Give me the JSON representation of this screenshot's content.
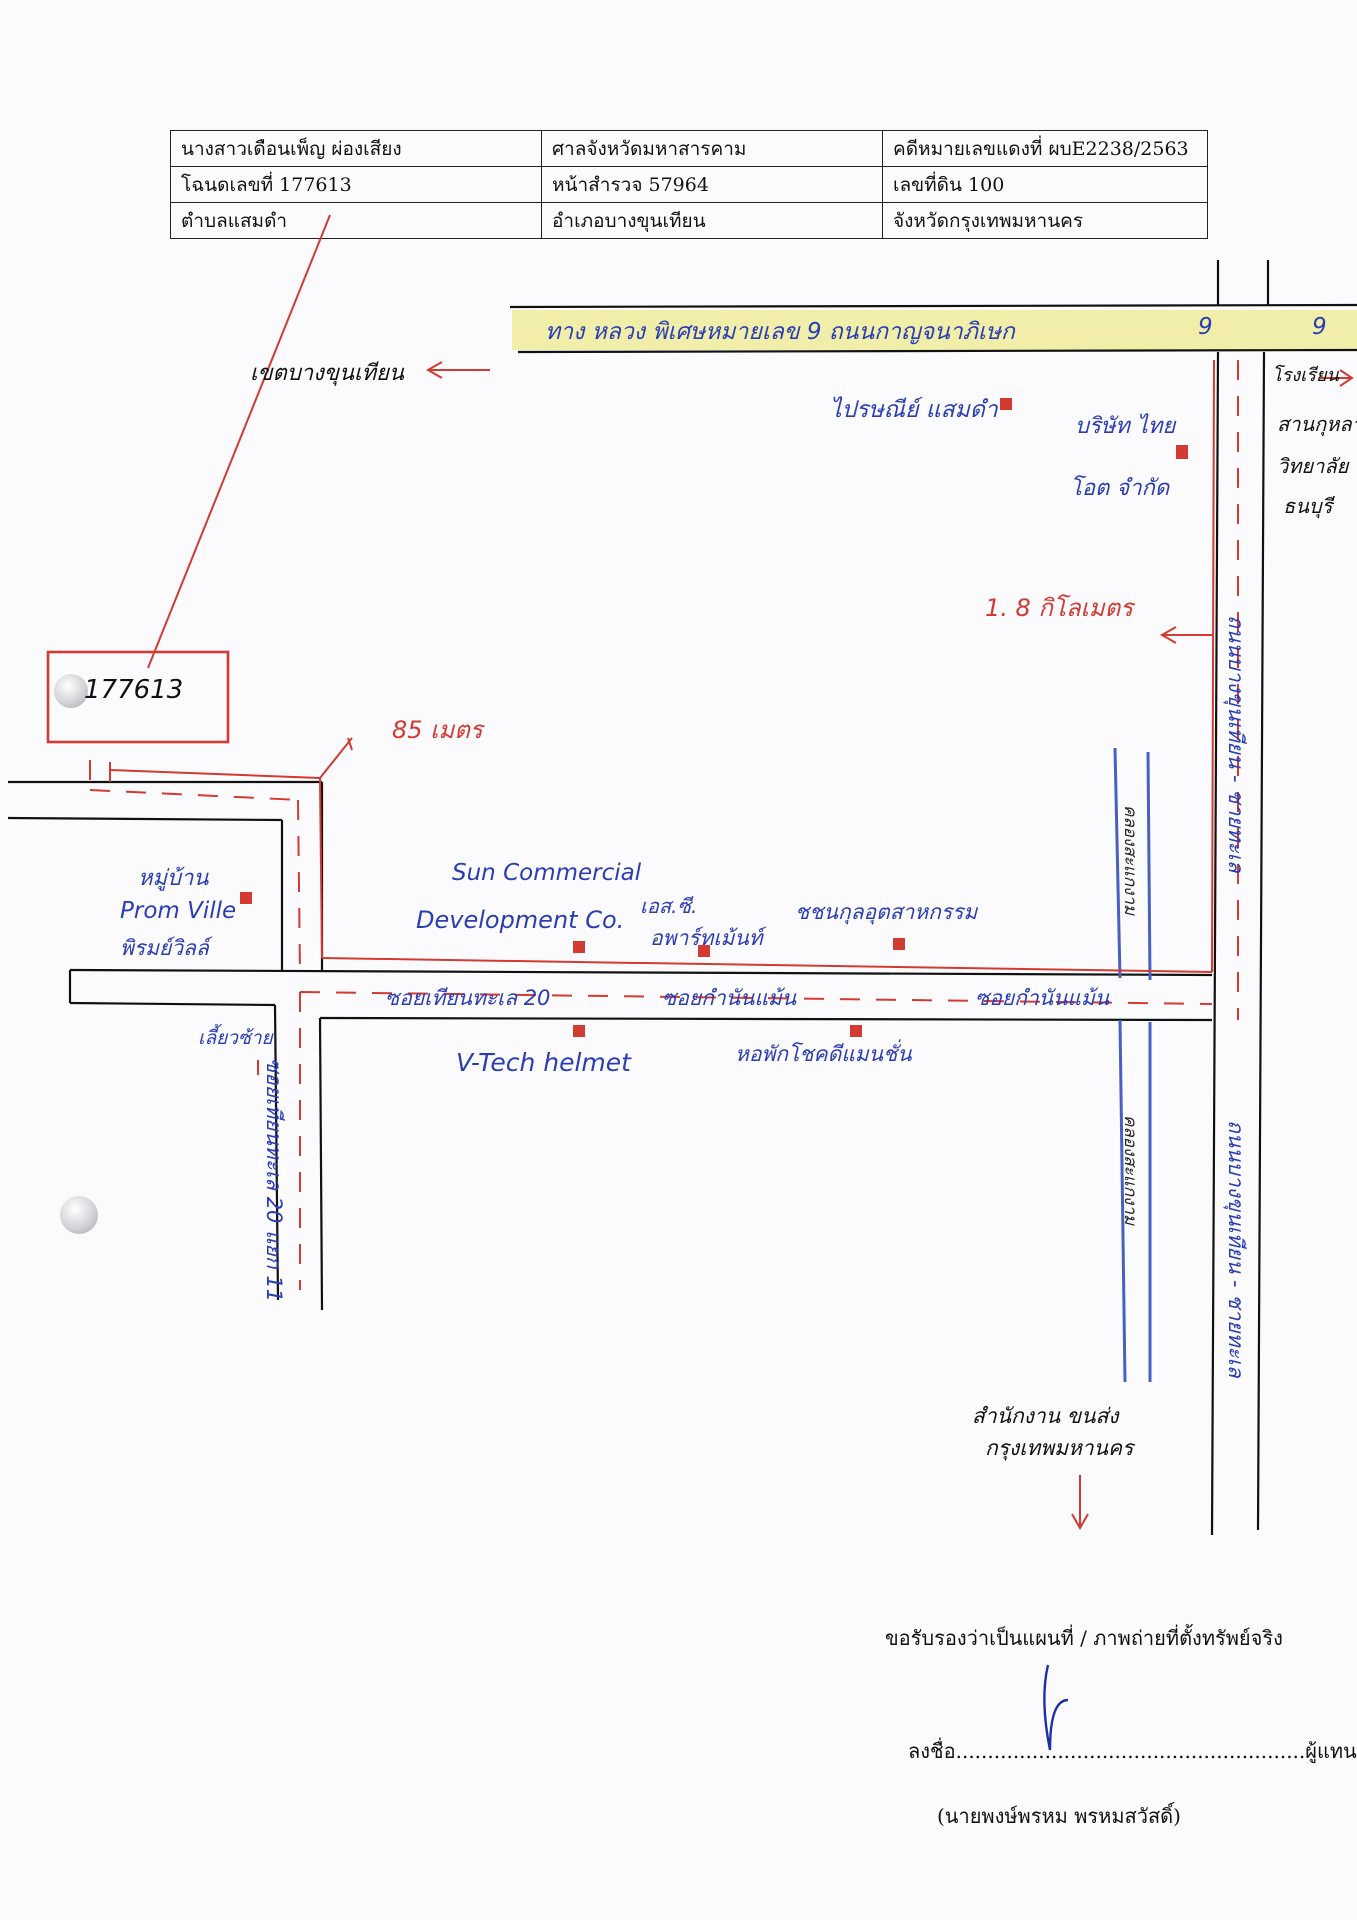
{
  "header_table": {
    "r1": [
      "นางสาวเดือนเพ็ญ ผ่องเสียง",
      "ศาลจังหวัดมหาสารคาม",
      "คดีหมายเลขแดงที่ ผบE2238/2563"
    ],
    "r2": [
      "โฉนดเลขที่   177613",
      "หน้าสำรวจ  57964",
      "เลขที่ดิน  100"
    ],
    "r3": [
      "ตำบลแสมดำ",
      "อำเภอบางขุนเทียน",
      "จังหวัดกรุงเทพมหานคร"
    ]
  },
  "map": {
    "road_top": "ทาง หลวง พิเศษหมายเลข 9        ถนนกาญจนาภิเษก",
    "road_top_num_1": "9",
    "road_top_num_2": "9",
    "dir_bangkhunthian": "เขตบางขุนเทียน",
    "dir_right_top": "โรงเรียน",
    "dir_right_2": "สานกุหลาบ",
    "dir_right_3": "วิทยาลัย",
    "dir_right_4": "ธนบุรี",
    "prisanee": "ไปรษณีย์ แสมดำ",
    "company_1": "บริษัท ไทย",
    "company_2": "โอต จำกัด",
    "distance_km": "1. 8 กิโลเมตร",
    "parcel_no": "177613",
    "distance_m": "85 เมตร",
    "village_1": "หมู่บ้าน",
    "village_2": "Prom Ville",
    "village_3": "พิรมย์วิลล์",
    "suncom_1": "Sun Commercial",
    "suncom_2": "Development Co.",
    "apt_1": "เอส.ซี.",
    "apt_2": "อพาร์ทเม้นท์",
    "shop": "ชชนกุลอุตสาหกรรม",
    "soi_main": "ซอยเทียนทะเล 20",
    "soi_kanon_1": "ซอยกำนันแม้น",
    "soi_kanon_2": "ซอยกำนันแม้น",
    "turn_left": "เลี้ยวซ้าย",
    "vtech": "V-Tech helmet",
    "dorm": "หอพักโชคดีแมนชั่น",
    "soi_vertical": "ซอยเทียนทะเล 20 แยก 11",
    "klong_upper": "คลองสะแกงาม",
    "klong_lower": "คลองสะแกงาม",
    "road_right_upper": "ถนนบางขุนเทียน - ชายทะเล",
    "road_right_lower": "ถนนบางขุนเทียน - ชายทะเล",
    "office_1": "สำนักงาน ขนส่ง",
    "office_2": "กรุงเทพมหานคร"
  },
  "footer": {
    "certify": "ขอรับรองว่าเป็นแผนที่ / ภาพถ่ายที่ตั้งทรัพย์จริง",
    "sign": "ลงชื่อ.......................................................ผู้แทนโจทก์",
    "name": "(นายพงษ์พรหม พรหมสวัสดิ์)"
  },
  "colors": {
    "ink_blue": "#2a3db5",
    "ink_red": "#d23a32",
    "highlight": "#eeeb9a"
  }
}
